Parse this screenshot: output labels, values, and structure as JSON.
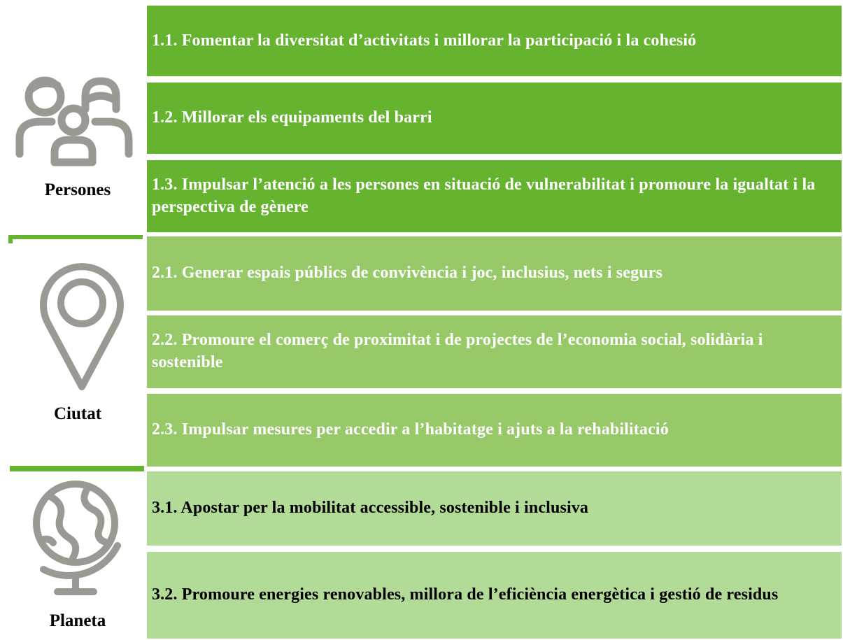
{
  "categories": [
    {
      "label": "Persones",
      "icon": "people-icon"
    },
    {
      "label": "Ciutat",
      "icon": "location-pin-icon"
    },
    {
      "label": "Planeta",
      "icon": "globe-icon"
    }
  ],
  "actions": [
    {
      "text": "1.1. Fomentar la diversitat d’activitats i millorar la participació i la cohesió"
    },
    {
      "text": "1.2. Millorar els equipaments del barri"
    },
    {
      "text": "1.3. Impulsar l’atenció a les persones en situació de vulnerabilitat i promoure la igualtat i la perspectiva de gènere"
    },
    {
      "text": "2.1. Generar espais públics de convivència i joc, inclusius, nets i segurs"
    },
    {
      "text": "2.2. Promoure el comerç de proximitat i de projectes de l’economia social, solidària i sostenible"
    },
    {
      "text": "2.3. Impulsar mesures per accedir a l’habitatge i ajuts a la rehabilitació"
    },
    {
      "text": "3.1. Apostar per la mobilitat accessible, sostenible i inclusiva"
    },
    {
      "text": "3.2. Promoure energies renovables, millora de l’eficiència energètica i gestió de residus"
    }
  ],
  "colors": {
    "persones": "#65b32e",
    "ciutat": "#97c969",
    "planeta": "#b2db97",
    "icon": "#9a9a94"
  }
}
